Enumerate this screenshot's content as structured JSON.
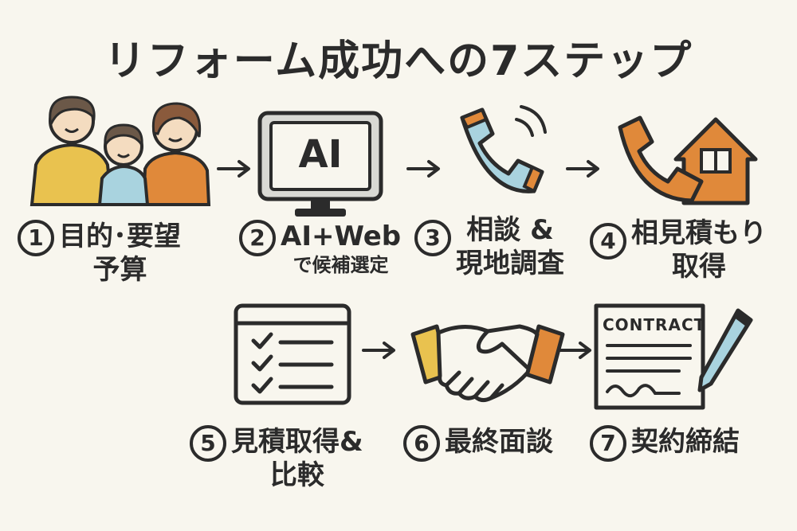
{
  "title": "リフォーム成功への7ステップ",
  "steps": [
    {
      "num": "1",
      "line1": "目的･要望",
      "line2": "予算",
      "icon": "family-icon"
    },
    {
      "num": "2",
      "line1": "AI+Web",
      "line2": "で候補選定",
      "icon": "ai-monitor-icon",
      "screen_text": "AI"
    },
    {
      "num": "3",
      "line1": "相談 &",
      "line2": "現地調査",
      "icon": "phone-icon"
    },
    {
      "num": "4",
      "line1": "相見積もり",
      "line2": "取得",
      "icon": "phone-house-icon"
    },
    {
      "num": "5",
      "line1": "見積取得&",
      "line2": "比較",
      "icon": "checklist-icon"
    },
    {
      "num": "6",
      "line1": "最終面談",
      "line2": "",
      "icon": "handshake-icon"
    },
    {
      "num": "7",
      "line1": "契約締結",
      "line2": "",
      "icon": "contract-icon",
      "doc_text": "CONTRACT"
    }
  ],
  "colors": {
    "background": "#f8f6ee",
    "ink": "#2b2b2b",
    "orange": "#e0893a",
    "yellow": "#e9c24f",
    "blue": "#a9d3df",
    "skin": "#f4dcc0"
  }
}
